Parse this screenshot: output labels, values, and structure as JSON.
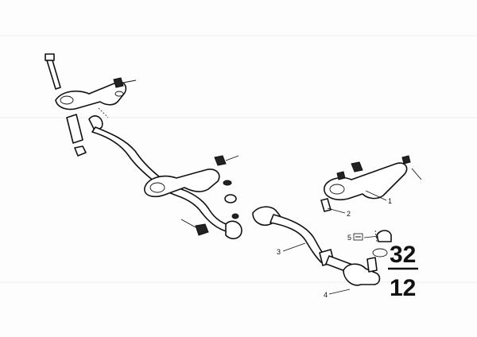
{
  "callouts": [
    "1",
    "2",
    "3",
    "4",
    "5"
  ],
  "page_number": {
    "top": "32",
    "bottom": "12"
  }
}
